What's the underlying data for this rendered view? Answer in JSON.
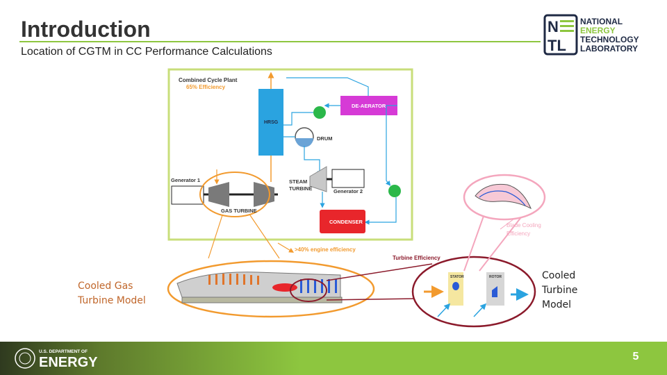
{
  "slide": {
    "title": "Introduction",
    "subtitle": "Location of CGTM in CC Performance Calculations",
    "page_number": "5"
  },
  "logo": {
    "letters_top": "N",
    "letters_bottom": "TL",
    "line1": "NATIONAL",
    "line2": "ENERGY",
    "line3": "TECHNOLOGY",
    "line4": "LABORATORY"
  },
  "footer": {
    "doe_small": "U.S. DEPARTMENT OF",
    "doe_big": "ENERGY"
  },
  "diagram": {
    "plant_title": "Combined Cycle Plant",
    "plant_efficiency": "65% Efficiency",
    "hrsg": "HRSG",
    "deaerator": "DE-AERATOR",
    "drum": "DRUM",
    "generator1": "Generator 1",
    "generator2": "Generator 2",
    "steam_turbine_1": "STEAM",
    "steam_turbine_2": "TURBINE",
    "gas_turbine": "GAS TURBINE",
    "condenser": "CONDENSER",
    "engine_efficiency": ">40% engine efficiency",
    "turbine_efficiency": "Turbine Efficiency",
    "blade_cooling_1": "Blade Cooling",
    "blade_cooling_2": "Efficiency",
    "stator": "STATOR",
    "rotor": "ROTOR"
  },
  "captions": {
    "left_1": "Cooled Gas",
    "left_2": "Turbine Model",
    "right_1": "Cooled",
    "right_2": "Turbine",
    "right_3": "Model"
  },
  "colors": {
    "accent_green": "#8dc63f",
    "orange": "#f29a2e",
    "maroon": "#8b1a2b",
    "magenta": "#d63ad6",
    "red": "#e8262b",
    "blue": "#2aa3e0",
    "pink": "#f4a6bd",
    "logo_navy": "#1f2a44",
    "caption_orange": "#c0662a"
  }
}
